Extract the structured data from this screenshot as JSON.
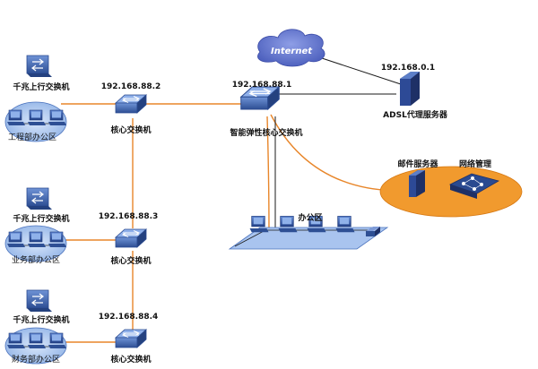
{
  "internet": "Internet",
  "proxy_ip": "192.168.0.1",
  "proxy_label": "ADSL代理服务器",
  "central_ip": "192.168.88.1",
  "central_label": "智能弹性核心交换机",
  "core1_ip": "192.168.88.2",
  "core1_label": "核心交换机",
  "core2_ip": "192.168.88.3",
  "core2_label": "核心交换机",
  "core3_ip": "192.168.88.4",
  "core3_label": "核心交换机",
  "gig1_label": "千兆上行交换机",
  "gig2_label": "千兆上行交换机",
  "gig3_label": "千兆上行交换机",
  "dept1_label": "工程部办公区",
  "dept2_label": "业务部办公区",
  "dept3_label": "财务部办公区",
  "office_label": "办公区",
  "mail_label": "邮件服务器",
  "netmgmt_label": "网络管理",
  "colors": {
    "link_orange": "#e8862a",
    "link_black": "#1a1a1a",
    "switch_blue": "#3a5fa8",
    "cloud_blue": "#5a6fc8",
    "ellipse_blue": "#8fb2e6",
    "ellipse_orange": "#f19a2e",
    "platform_blue": "#a9c4ef"
  }
}
